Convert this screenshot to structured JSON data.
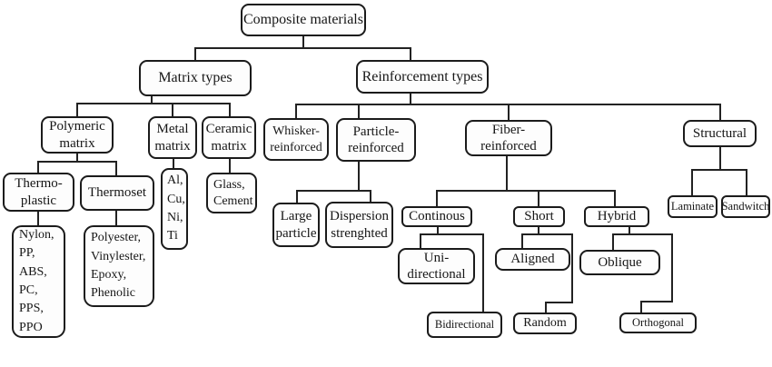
{
  "diagram": {
    "title": "Composite materials",
    "style": {
      "line_color": "#222222",
      "box_border_color": "#1b1b1b",
      "background": "#ffffff"
    },
    "nodes": {
      "composite_materials": {
        "label": "Composite materials"
      },
      "matrix_types": {
        "label": "Matrix types"
      },
      "reinforcement_types": {
        "label": "Reinforcement types"
      },
      "polymeric_matrix": {
        "label": "Polymeric\nmatrix"
      },
      "metal_matrix": {
        "label": "Metal\nmatrix"
      },
      "ceramic_matrix": {
        "label": "Ceramic\nmatrix"
      },
      "whisker_reinforced": {
        "label": "Whisker-\nreinforced"
      },
      "particle_reinforced": {
        "label": "Particle-\nreinforced"
      },
      "fiber_reinforced": {
        "label": "Fiber-\nreinforced"
      },
      "structural": {
        "label": "Structural"
      },
      "thermo_plastic": {
        "label": "Thermo-\nplastic"
      },
      "thermoset": {
        "label": "Thermoset"
      },
      "metal_examples": {
        "label": "Al,\nCu,\nNi,\nTi"
      },
      "ceramic_examples": {
        "label": "Glass,\nCement"
      },
      "thermoplastic_examples": {
        "label": "Nylon,\nPP,\nABS,\nPC,\nPPS,\nPPO"
      },
      "thermoset_examples": {
        "label": "Polyester,\nVinylester,\nEpoxy,\nPhenolic"
      },
      "large_particle": {
        "label": "Large\nparticle"
      },
      "dispersion_strenghted": {
        "label": "Dispersion\nstrenghted"
      },
      "continous": {
        "label": "Continous"
      },
      "short": {
        "label": "Short"
      },
      "hybrid": {
        "label": "Hybrid"
      },
      "laminate": {
        "label": "Laminate"
      },
      "sandwitch": {
        "label": "Sandwitch"
      },
      "uni_directional": {
        "label": "Uni-\ndirectional"
      },
      "aligned": {
        "label": "Aligned"
      },
      "oblique": {
        "label": "Oblique"
      },
      "bidirectional": {
        "label": "Bidirectional"
      },
      "random": {
        "label": "Random"
      },
      "orthogonal": {
        "label": "Orthogonal"
      }
    },
    "hierarchy": {
      "composite_materials": [
        "matrix_types",
        "reinforcement_types"
      ],
      "matrix_types": [
        "polymeric_matrix",
        "metal_matrix",
        "ceramic_matrix"
      ],
      "polymeric_matrix": [
        "thermo_plastic",
        "thermoset"
      ],
      "thermo_plastic": [
        "thermoplastic_examples"
      ],
      "thermoset": [
        "thermoset_examples"
      ],
      "metal_matrix": [
        "metal_examples"
      ],
      "ceramic_matrix": [
        "ceramic_examples"
      ],
      "reinforcement_types": [
        "whisker_reinforced",
        "particle_reinforced",
        "fiber_reinforced",
        "structural"
      ],
      "particle_reinforced": [
        "large_particle",
        "dispersion_strenghted"
      ],
      "fiber_reinforced": [
        "continous",
        "short",
        "hybrid"
      ],
      "continous": [
        "uni_directional",
        "bidirectional"
      ],
      "short": [
        "aligned",
        "random"
      ],
      "hybrid": [
        "oblique",
        "orthogonal"
      ],
      "structural": [
        "laminate",
        "sandwitch"
      ]
    }
  }
}
